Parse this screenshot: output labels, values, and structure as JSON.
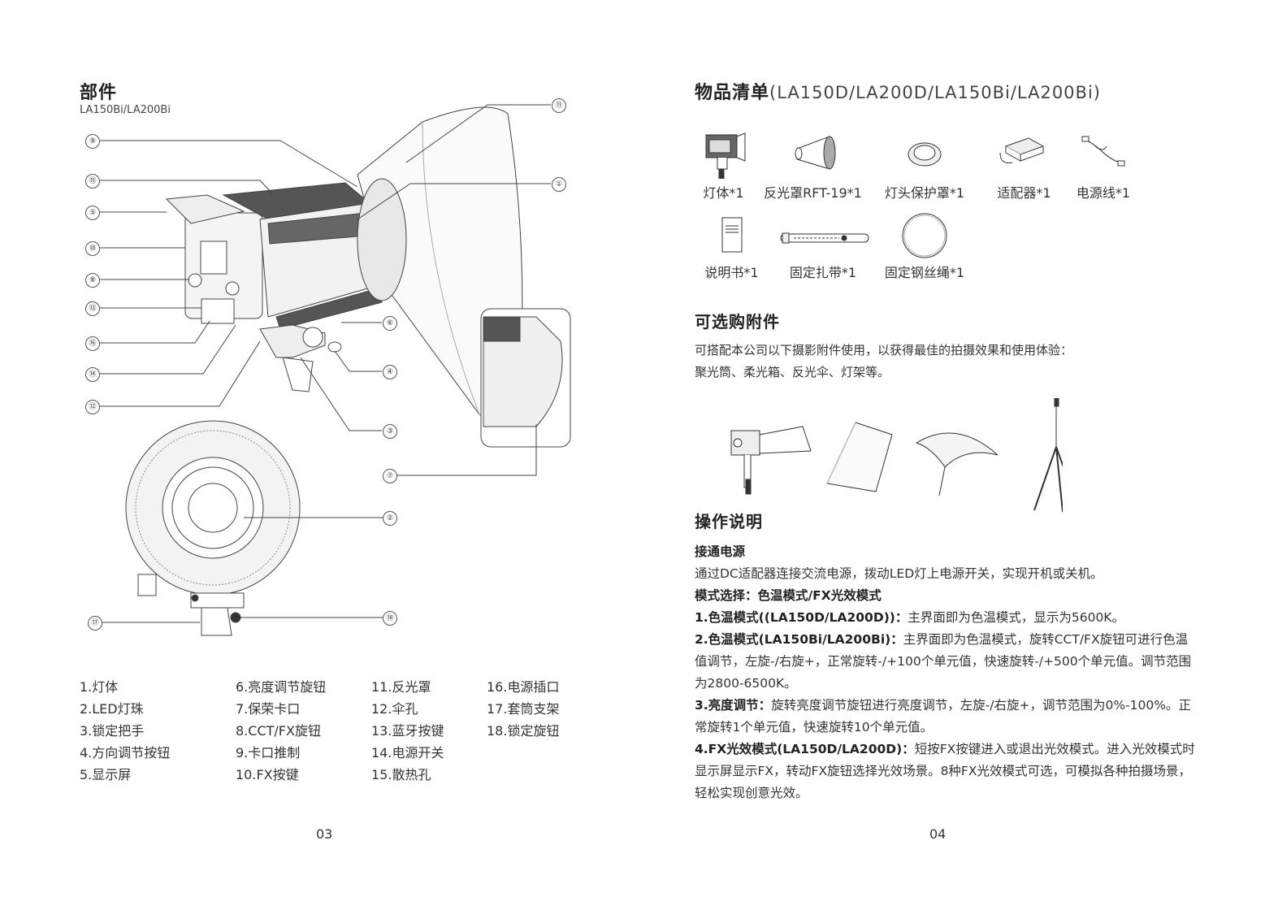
{
  "left": {
    "title": "部件",
    "subtitle": "LA150Bi/LA200Bi",
    "callouts": [
      "⑨",
      "⑮",
      "⑤",
      "⑩",
      "⑧",
      "⑬",
      "⑯",
      "⑭",
      "⑫",
      "⑪",
      "①",
      "⑥",
      "④",
      "③",
      "⑦",
      "②",
      "⑰",
      "⑱"
    ],
    "parts_columns": [
      [
        "1.灯体",
        "2.LED灯珠",
        "3.锁定把手",
        "4.方向调节按钮",
        "5.显示屏"
      ],
      [
        "6.亮度调节旋钮",
        "7.保荣卡口",
        "8.CCT/FX旋钮",
        "9.卡口推制",
        "10.FX按键"
      ],
      [
        "11.反光罩",
        "12.伞孔",
        "13.蓝牙按键",
        "14.电源开关",
        "15.散热孔"
      ],
      [
        "16.电源插口",
        "17.套筒支架",
        "18.锁定旋钮"
      ]
    ],
    "page_number": "03"
  },
  "right": {
    "title_bold": "物品清单",
    "title_models": "(LA150D/LA200D/LA150Bi/LA200Bi)",
    "items_row1": [
      "灯体*1",
      "反光罩RFT-19*1",
      "灯头保护罩*1",
      "适配器*1",
      "电源线*1"
    ],
    "items_row2": [
      "说明书*1",
      "固定扎带*1",
      "固定钢丝绳*1"
    ],
    "optional_title": "可选购附件",
    "optional_desc_line1": "可搭配本公司以下摄影附件使用，以获得最佳的拍摄效果和使用体验：",
    "optional_desc_line2": "聚光筒、柔光箱、反光伞、灯架等。",
    "ops_title": "操作说明",
    "power_title": "接通电源",
    "power_text": "通过DC适配器连接交流电源，拨动LED灯上电源开关，实现开机或关机。",
    "mode_title": "模式选择：色温模式/FX光效模式",
    "item1_bold": "1.色温模式((LA150D/LA200D))：",
    "item1_text": "主界面即为色温模式，显示为5600K。",
    "item2_bold": "2.色温模式(LA150Bi/LA200Bi)：",
    "item2_text": "主界面即为色温模式，旋转CCT/FX旋钮可进行色温值调节，左旋-/右旋+，正常旋转-/+100个单元值，快速旋转-/+500个单元值。调节范围为2800-6500K。",
    "item3_bold": "3.亮度调节：",
    "item3_text": "旋转亮度调节旋钮进行亮度调节，左旋-/右旋+，调节范围为0%-100%。正常旋转1个单元值，快速旋转10个单元值。",
    "item4_bold": "4.FX光效模式(LA150D/LA200D)：",
    "item4_text": "短按FX按键进入或退出光效模式。进入光效模式时显示屏显示FX，转动FX旋钮选择光效场景。8种FX光效模式可选，可模拟各种拍摄场景，轻松实现创意光效。",
    "page_number": "04"
  }
}
